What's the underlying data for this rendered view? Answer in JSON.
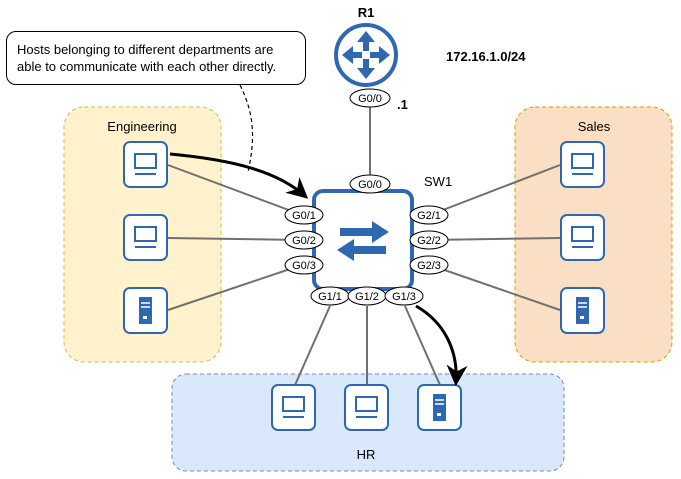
{
  "router": {
    "name": "R1",
    "port": "G0/0",
    "ip_suffix": ".1"
  },
  "network": "172.16.1.0/24",
  "switch": {
    "name": "SW1",
    "uplink_port": "G0/0",
    "left_ports": [
      "G0/1",
      "G0/2",
      "G0/3"
    ],
    "right_ports": [
      "G2/1",
      "G2/2",
      "G2/3"
    ],
    "bottom_ports": [
      "G1/1",
      "G1/2",
      "G1/3"
    ]
  },
  "zones": {
    "engineering": {
      "label": "Engineering",
      "hosts": [
        "pc",
        "pc",
        "server"
      ]
    },
    "sales": {
      "label": "Sales",
      "hosts": [
        "pc",
        "pc",
        "server"
      ]
    },
    "hr": {
      "label": "HR",
      "hosts": [
        "pc",
        "pc",
        "server"
      ]
    }
  },
  "callout": {
    "line1": "Hosts belonging to different departments are",
    "line2": "able to communicate with each other directly."
  },
  "colors": {
    "device_blue": "#2f68b0",
    "engineering_fill": "#fff2cc",
    "engineering_border": "#d6b656",
    "sales_fill": "#fbdfc4",
    "sales_border": "#d79b00",
    "hr_fill": "#dae8fc",
    "hr_border": "#6c8ebf",
    "link": "#707070"
  }
}
